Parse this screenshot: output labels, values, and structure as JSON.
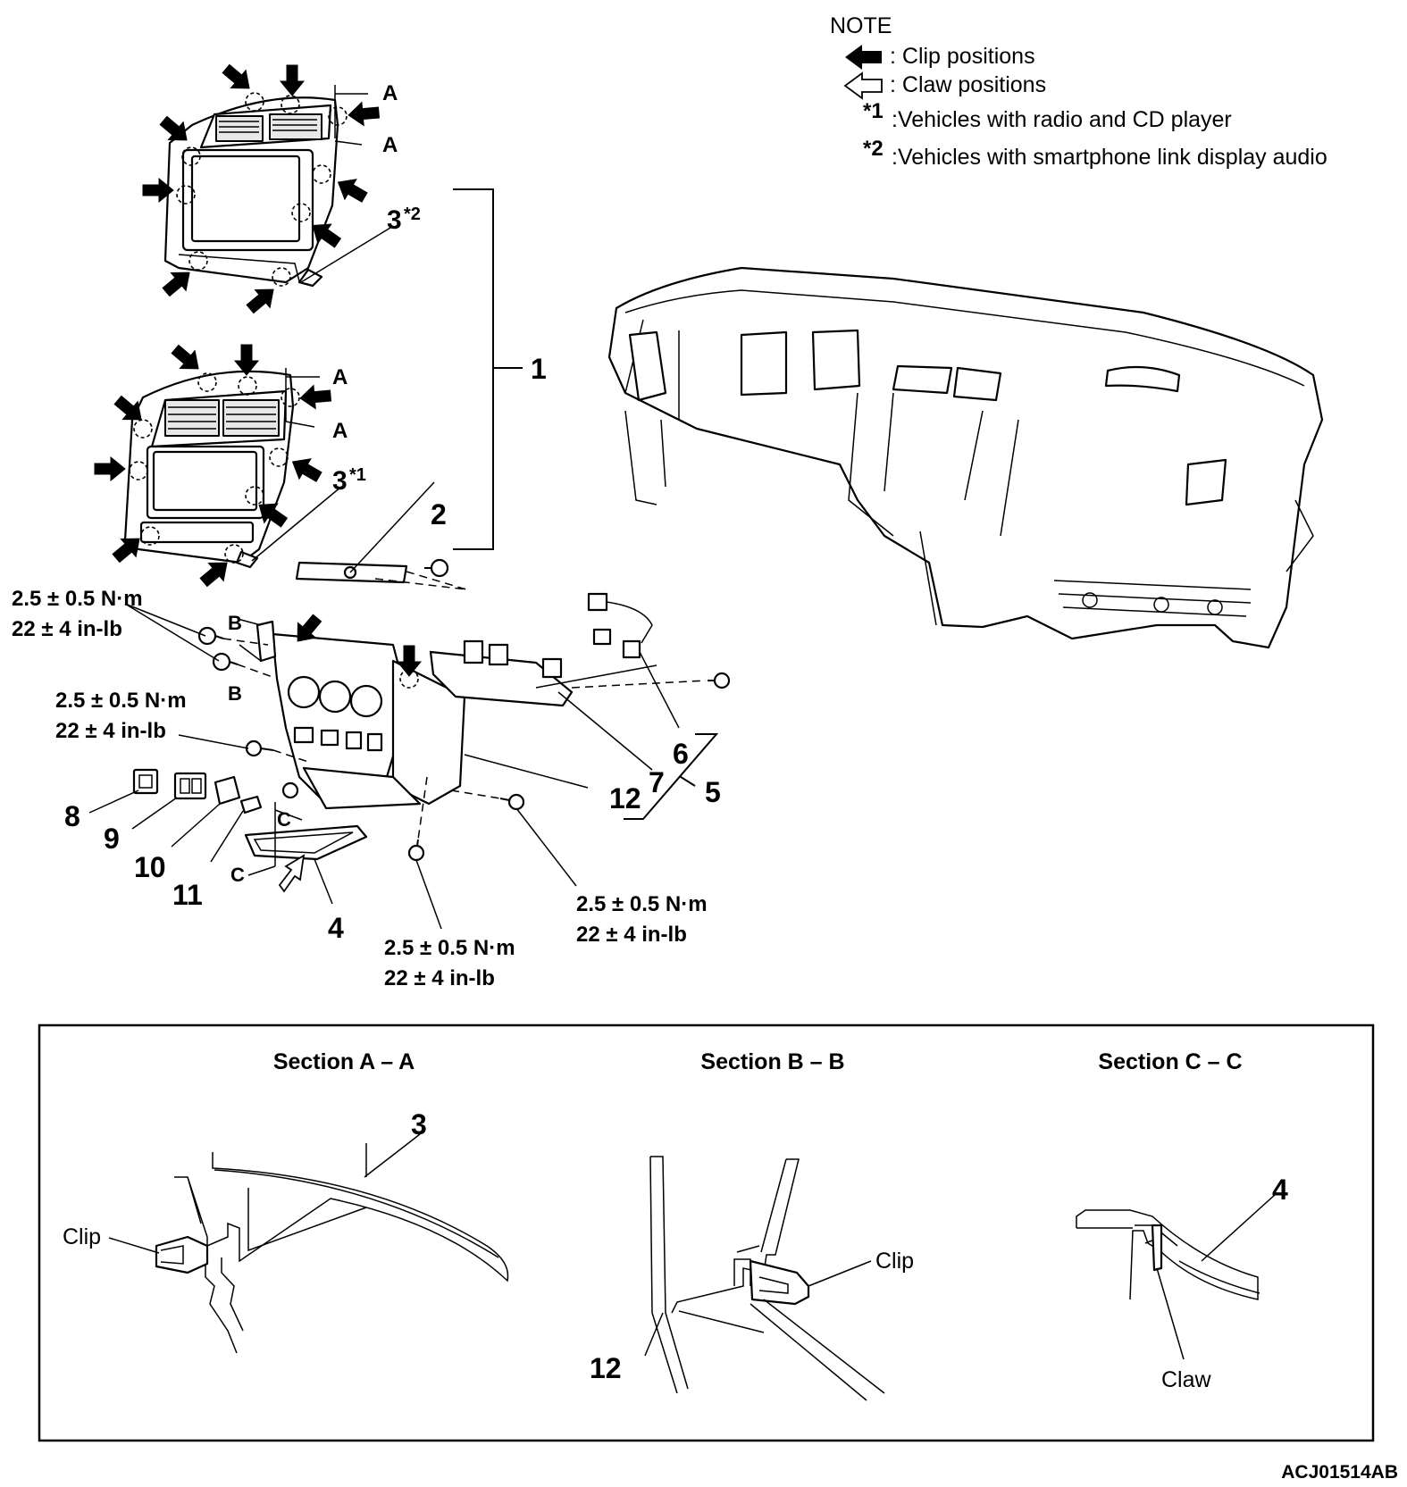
{
  "note": {
    "title": "NOTE",
    "clip_label": ": Clip positions",
    "claw_label": ": Claw positions",
    "star1_mark": "*1",
    "star1_text": ":Vehicles with radio and CD player",
    "star2_mark": "*2",
    "star2_text": ":Vehicles with smartphone link display audio"
  },
  "callouts": {
    "c1": "1",
    "c2": "2",
    "c3a": "3",
    "c3a_sup": "*2",
    "c3b": "3",
    "c3b_sup": "*1",
    "c4": "4",
    "c5": "5",
    "c6": "6",
    "c7": "7",
    "c8": "8",
    "c9": "9",
    "c10": "10",
    "c11": "11",
    "c12": "12"
  },
  "section_marks": {
    "A": "A",
    "B": "B",
    "C": "C"
  },
  "torques": [
    {
      "nm": "2.5 ± 0.5 N·m",
      "inlb": "22 ± 4 in-lb"
    },
    {
      "nm": "2.5 ± 0.5 N·m",
      "inlb": "22 ± 4 in-lb"
    },
    {
      "nm": "2.5 ± 0.5 N·m",
      "inlb": "22 ± 4 in-lb"
    },
    {
      "nm": "2.5 ± 0.5 N·m",
      "inlb": "22 ± 4 in-lb"
    }
  ],
  "sections": {
    "aa": {
      "title": "Section A – A",
      "clip": "Clip",
      "part": "3"
    },
    "bb": {
      "title": "Section B – B",
      "clip": "Clip",
      "part": "12"
    },
    "cc": {
      "title": "Section C – C",
      "claw": "Claw",
      "part": "4"
    }
  },
  "figure_code": "ACJ01514AB"
}
